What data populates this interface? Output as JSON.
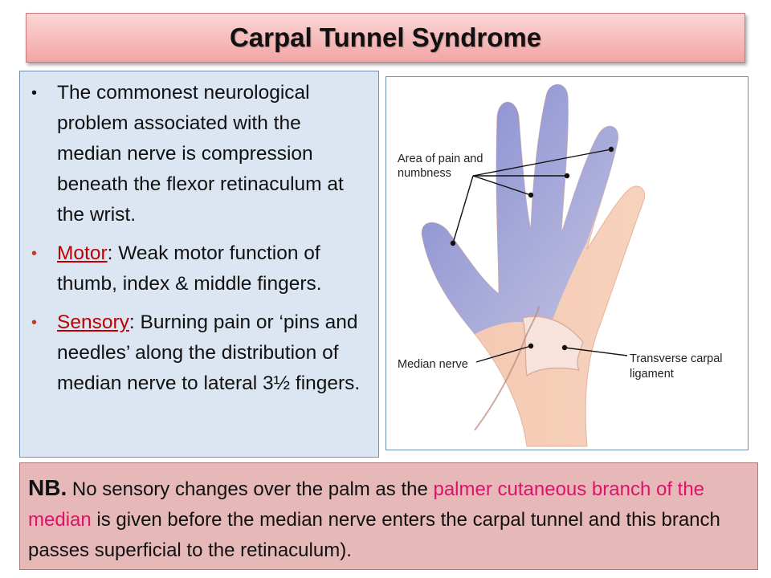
{
  "title": "Carpal Tunnel Syndrome",
  "bullets": {
    "b1": "The commonest neurological problem associated with the median nerve is compression beneath the flexor retinaculum at the wrist.",
    "b2_kw": "Motor",
    "b2_rest": ": Weak motor function of thumb, index & middle fingers.",
    "b3_kw": "Sensory",
    "b3_rest": ": Burning pain or ‘pins and needles’ along the distribution of median nerve to lateral 3½ fingers."
  },
  "diagram": {
    "label_pain_1": "Area of pain and",
    "label_pain_2": "numbness",
    "label_median": "Median nerve",
    "label_ligament_1": "Transverse carpal",
    "label_ligament_2": "ligament"
  },
  "nb": {
    "lead": "NB.",
    "part1": " No sensory changes over the palm as the ",
    "highlight": "palmer cutaneous branch of the median",
    "part2": " is given before the median nerve enters the carpal tunnel and this branch passes superficial to the retinaculum)."
  },
  "colors": {
    "title_bg": "#f2a5a5",
    "left_box_bg": "#dce6f2",
    "nb_bg": "#e6b9b8",
    "keyword": "#c00000",
    "highlight": "#e0116a"
  }
}
